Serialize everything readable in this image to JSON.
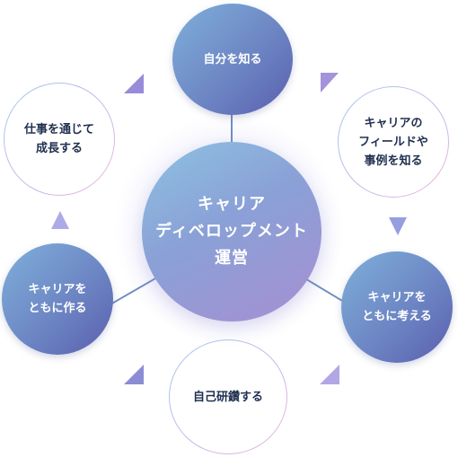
{
  "center_label": "キャリア\nディベロップメント\n運営",
  "nodes": {
    "top": "自分を知る",
    "upper_right": "キャリアの\nフィールドや\n事例を知る",
    "lower_right": "キャリアを\nともに考える",
    "bottom": "自己研鑽する",
    "lower_left": "キャリアを\nともに作る",
    "upper_left": "仕事を通じて\n成長する"
  },
  "colors": {
    "accent_blue": "#6d86c4",
    "accent_purple": "#9a7fd0",
    "outline_pink": "#f0b9d4"
  }
}
